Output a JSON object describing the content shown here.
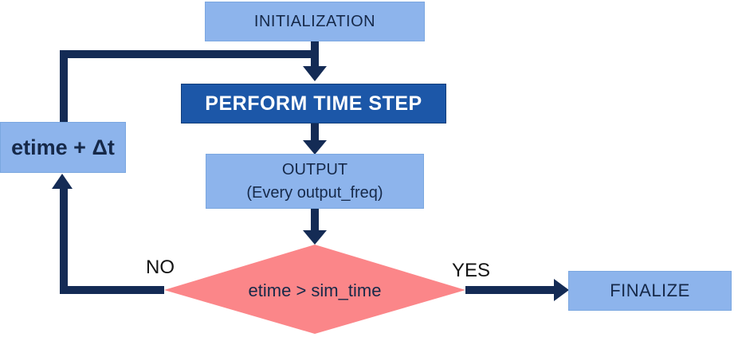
{
  "colors": {
    "box-light": "#8DB4EC",
    "box-dark": "#1C57A8",
    "line-navy": "#142B55",
    "diamond-pink": "#FB8689",
    "text-navy": "#162949",
    "label-dark": "#141414",
    "text-white": "#FFFFFF"
  },
  "nodes": {
    "initialization": {
      "label": "INITIALIZATION"
    },
    "perform_time_step": {
      "label": "PERFORM TIME STEP"
    },
    "output": {
      "label": "OUTPUT",
      "sublabel": "(Every output_freq)"
    },
    "decision": {
      "label": "etime > sim_time"
    },
    "increment": {
      "label": "etime + Δt"
    },
    "finalize": {
      "label": "FINALIZE"
    }
  },
  "edge_labels": {
    "no": "NO",
    "yes": "YES"
  }
}
